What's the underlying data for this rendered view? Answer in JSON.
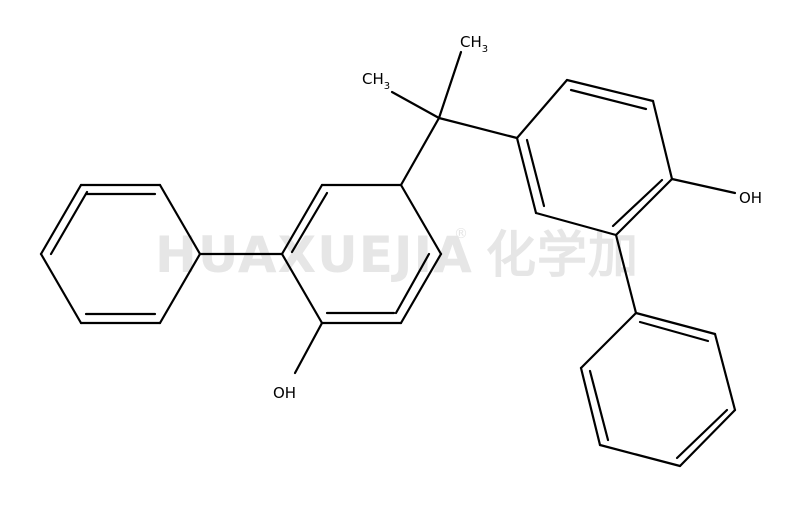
{
  "watermark": {
    "latin": "HUAXUEJIA",
    "registered": "®",
    "chinese": "化学加"
  },
  "labels": {
    "methyl_top": {
      "main": "CH",
      "sub": "3"
    },
    "methyl_left": {
      "main": "CH",
      "sub": "3"
    },
    "hydroxyl_right": "OH",
    "hydroxyl_bottom": "OH"
  }
}
